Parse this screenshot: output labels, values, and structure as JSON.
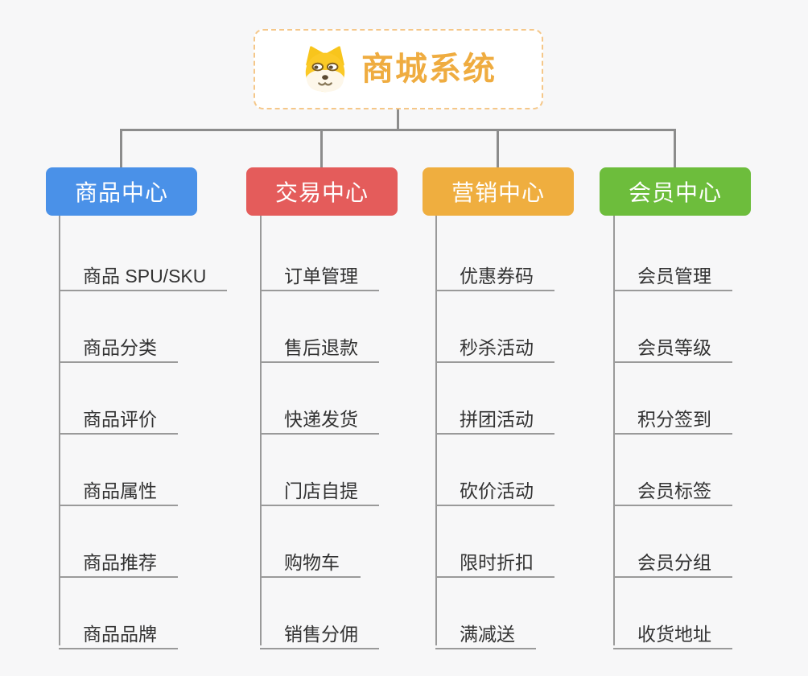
{
  "canvas": {
    "background": "#f7f7f8",
    "connector_color": "#8c8c8c",
    "branch_line_color": "#9a9a9a",
    "item_text_color": "#333333"
  },
  "root": {
    "title": "商城系统",
    "icon": "dog-face-icon",
    "title_color": "#efac40",
    "border_color": "#f5c789",
    "background": "#ffffff"
  },
  "branches": [
    {
      "label": "商品中心",
      "color": "#4a91e8",
      "items": [
        "商品 SPU/SKU",
        "商品分类",
        "商品评价",
        "商品属性",
        "商品推荐",
        "商品品牌"
      ]
    },
    {
      "label": "交易中心",
      "color": "#e45c5b",
      "items": [
        "订单管理",
        "售后退款",
        "快递发货",
        "门店自提",
        "购物车",
        "销售分佣"
      ]
    },
    {
      "label": "营销中心",
      "color": "#efae3f",
      "items": [
        "优惠券码",
        "秒杀活动",
        "拼团活动",
        "砍价活动",
        "限时折扣",
        "满减送"
      ]
    },
    {
      "label": "会员中心",
      "color": "#6dbd3c",
      "items": [
        "会员管理",
        "会员等级",
        "积分签到",
        "会员标签",
        "会员分组",
        "收货地址"
      ]
    }
  ]
}
